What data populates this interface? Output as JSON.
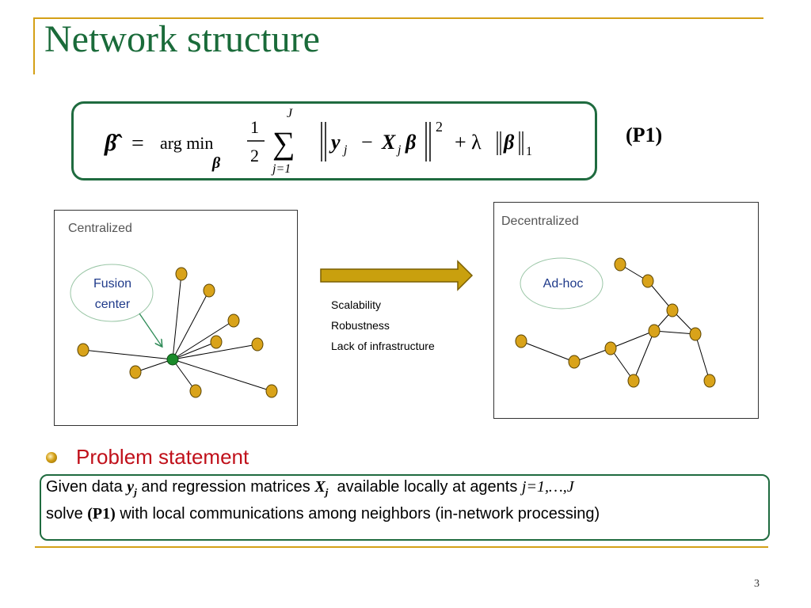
{
  "slide": {
    "title": "Network structure",
    "page_number": "3"
  },
  "equation": {
    "label": "(P1)",
    "lhs": "β̂",
    "equals": "=",
    "argmin": "arg min",
    "argmin_sub": "β",
    "half_num": "1",
    "half_den": "2",
    "sum": "∑",
    "sum_top": "J",
    "sum_bottom": "j=1",
    "y_term": "y",
    "y_sub": "j",
    "minus": "−",
    "x_term": "X",
    "x_sub": "j",
    "beta": "β",
    "square": "2",
    "plus_lambda": "+ λ",
    "norm_beta": "β",
    "norm_sub": "1"
  },
  "centralized": {
    "label": "Centralized",
    "fusion_line1": "Fusion",
    "fusion_line2": "center"
  },
  "decentralized": {
    "label": "Decentralized",
    "adhoc": "Ad-hoc"
  },
  "benefits": {
    "items": [
      "Scalability",
      "Robustness",
      "Lack of infrastructure"
    ]
  },
  "problem": {
    "heading": "Problem statement",
    "line1_a": "Given data ",
    "y": "y",
    "y_sub": "j",
    "line1_b": " and regression matrices ",
    "x": "X",
    "x_sub": "j",
    "line1_c": "  available locally at agents ",
    "agents_range": "j=1,…,J",
    "line2_a": "solve ",
    "p1": "(P1)",
    "line2_b": " with local communications among neighbors (in-network processing)"
  },
  "colors": {
    "title": "#1a6b3a",
    "frame_gold": "#d4a017",
    "box_green": "#1f6b3f",
    "node_fill": "#d9a31a",
    "fusion_node": "#1a8a2a",
    "heading_red": "#c0101a",
    "arrow_fill": "#c9a00e"
  }
}
